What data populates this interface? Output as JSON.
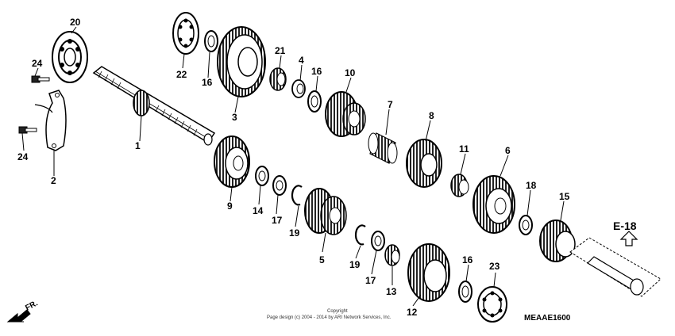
{
  "diagram": {
    "callouts": [
      {
        "id": "p1",
        "label": "1"
      },
      {
        "id": "p2",
        "label": "2"
      },
      {
        "id": "p3",
        "label": "3"
      },
      {
        "id": "p4",
        "label": "4"
      },
      {
        "id": "p5",
        "label": "5"
      },
      {
        "id": "p6",
        "label": "6"
      },
      {
        "id": "p7",
        "label": "7"
      },
      {
        "id": "p8",
        "label": "8"
      },
      {
        "id": "p9",
        "label": "9"
      },
      {
        "id": "p10",
        "label": "10"
      },
      {
        "id": "p11",
        "label": "11"
      },
      {
        "id": "p12",
        "label": "12"
      },
      {
        "id": "p13",
        "label": "13"
      },
      {
        "id": "p14",
        "label": "14"
      },
      {
        "id": "p15",
        "label": "15"
      },
      {
        "id": "p16a",
        "label": "16"
      },
      {
        "id": "p16b",
        "label": "16"
      },
      {
        "id": "p16c",
        "label": "16"
      },
      {
        "id": "p17a",
        "label": "17"
      },
      {
        "id": "p17b",
        "label": "17"
      },
      {
        "id": "p18",
        "label": "18"
      },
      {
        "id": "p19a",
        "label": "19"
      },
      {
        "id": "p19b",
        "label": "19"
      },
      {
        "id": "p20",
        "label": "20"
      },
      {
        "id": "p21",
        "label": "21"
      },
      {
        "id": "p22",
        "label": "22"
      },
      {
        "id": "p23",
        "label": "23"
      },
      {
        "id": "p24a",
        "label": "24"
      },
      {
        "id": "p24b",
        "label": "24"
      }
    ],
    "reference": "E-18",
    "direction": "FR.",
    "diagram_code": "MEAAE1600",
    "copyright_line1": "Copyright",
    "copyright_line2": "Page design (c) 2004 - 2014 by ARI Network Services, Inc."
  }
}
